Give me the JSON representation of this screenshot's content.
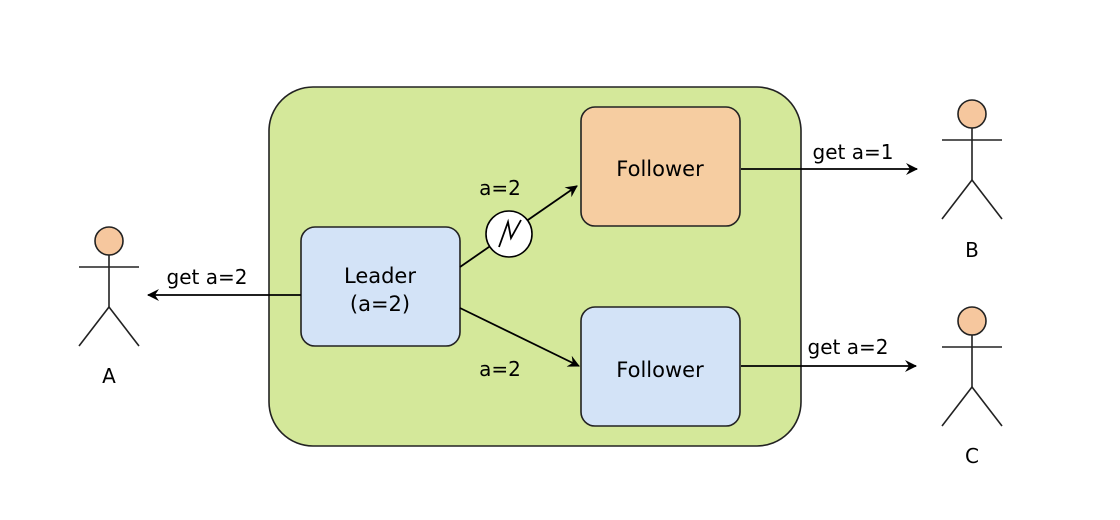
{
  "leader": {
    "line1": "Leader",
    "line2": "(a=2)"
  },
  "follower_top": {
    "label": "Follower"
  },
  "follower_bottom": {
    "label": "Follower"
  },
  "edges": {
    "to_top_follower": "a=2",
    "to_bottom_follower": "a=2",
    "to_a": "get a=2",
    "to_b": "get a=1",
    "to_c": "get a=2"
  },
  "actors": {
    "a": "A",
    "b": "B",
    "c": "C"
  },
  "colors": {
    "cluster_fill": "#d4e89a",
    "follower_stale_fill": "#f6cda1",
    "node_fill": "#d3e3f7",
    "actor_head": "#f6c79e"
  },
  "icons": {
    "partition": "lightning-icon"
  }
}
